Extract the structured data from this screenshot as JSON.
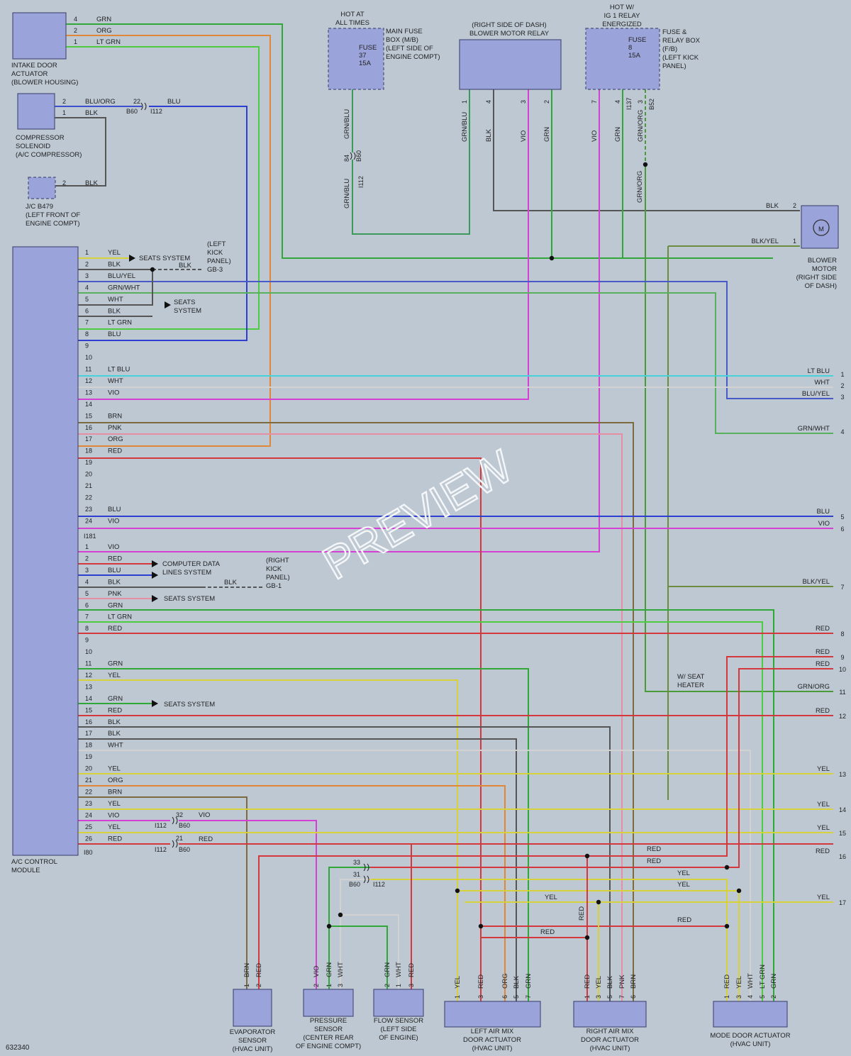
{
  "diagram": {
    "figure_id": "632340",
    "watermark": "PREVIEW",
    "colors": {
      "GRN": "#2fa838",
      "ORG": "#e0873a",
      "LTGRN": "#4ccc3e",
      "BLU": "#2c3fd0",
      "BLK": "#555555",
      "YEL": "#d8d23a",
      "WHT": "#d2d2d2",
      "LTBLU": "#45d2d8",
      "VIO": "#d43fd4",
      "BRN": "#7d6a3e",
      "PNK": "#e58fa2",
      "RED": "#d4383c",
      "GRNWHT": "#59b05a",
      "BLUYEL": "#4a59c8",
      "BLKYEL": "#6c8c3e",
      "GRNORG": "#4a9a3a",
      "GRNBLU": "#3a9a5a",
      "BLUORG": "#3b4fcf"
    }
  },
  "components": {
    "intake_door": {
      "name": "INTAKE DOOR\nACTUATOR\n(BLOWER HOUSING)",
      "pins": [
        "4",
        "2",
        "1"
      ],
      "wires": [
        "GRN",
        "ORG",
        "LT GRN"
      ]
    },
    "compressor": {
      "name": "COMPRESSOR\nSOLENOID\n(A/C COMPRESSOR)",
      "pins": [
        "2",
        "1"
      ],
      "wires": [
        "BLU/ORG",
        "BLK"
      ],
      "conn_top": "22",
      "conn_a": "B60",
      "conn_b": "I112",
      "wire_after": "BLU"
    },
    "jc": {
      "name": "J/C B479\n(LEFT FRONT OF\nENGINE COMPT)",
      "pin": "2",
      "wire": "BLK"
    },
    "fuse37": {
      "header": "HOT AT\nALL TIMES",
      "text": "FUSE\n37\n15A",
      "box": "MAIN FUSE\nBOX (M/B)\n(LEFT SIDE OF\nENGINE COMPT)",
      "wire": "GRN/BLU",
      "conn_pin": "84",
      "conn_a": "B60",
      "conn_b": "I112"
    },
    "relay": {
      "name": "(RIGHT SIDE OF DASH)\nBLOWER MOTOR RELAY",
      "pins": [
        "1",
        "4",
        "3",
        "2"
      ],
      "wires": [
        "GRN/BLU",
        "BLK",
        "VIO",
        "GRN"
      ]
    },
    "fuse8": {
      "header": "HOT W/\nIG 1 RELAY\nENERGIZED",
      "text": "FUSE\n8\n15A",
      "box": "FUSE &\nRELAY BOX\n(F/B)\n(LEFT KICK\nPANEL)",
      "pins": [
        "7",
        "4",
        "3"
      ],
      "wires": [
        "VIO",
        "GRN",
        "GRN/ORG"
      ],
      "conn_a": "I137",
      "conn_b": "B52",
      "wire_below": "GRN/ORG"
    },
    "blower": {
      "name": "BLOWER\nMOTOR\n(RIGHT SIDE\nOF DASH)",
      "pins": [
        "2",
        "1"
      ],
      "wires": [
        "BLK",
        "BLK/YEL"
      ],
      "symbol": "M"
    },
    "module": {
      "name": "A/C CONTROL\nMODULE",
      "conn_mid": "I181",
      "conn_bottom": "I80"
    },
    "evaporator": {
      "name": "EVAPORATOR\nSENSOR\n(HVAC UNIT)",
      "pins": [
        "1",
        "2"
      ],
      "wires": [
        "BRN",
        "RED"
      ]
    },
    "pressure": {
      "name": "PRESSURE\nSENSOR\n(CENTER REAR\nOF ENGINE COMPT)",
      "pins": [
        "2",
        "1",
        "3"
      ],
      "wires": [
        "VIO",
        "GRN",
        "WHT"
      ]
    },
    "flow": {
      "name": "FLOW SENSOR\n(LEFT SIDE\nOF ENGINE)",
      "pins": [
        "2",
        "1",
        "3"
      ],
      "wires": [
        "GRN",
        "WHT",
        "RED"
      ]
    },
    "left_mix": {
      "name": "LEFT AIR MIX\nDOOR ACTUATOR\n(HVAC UNIT)",
      "pins": [
        "1",
        "3",
        "6",
        "5",
        "7"
      ],
      "wires": [
        "YEL",
        "RED",
        "ORG",
        "BLK",
        "GRN"
      ]
    },
    "right_mix": {
      "name": "RIGHT AIR MIX\nDOOR ACTUATOR\n(HVAC UNIT)",
      "pins": [
        "1",
        "3",
        "5",
        "7",
        "6"
      ],
      "wires": [
        "RED",
        "YEL",
        "BLK",
        "PNK",
        "BRN"
      ]
    },
    "mode_door": {
      "name": "MODE DOOR ACTUATOR\n(HVAC UNIT)",
      "pins": [
        "1",
        "3",
        "4",
        "5",
        "2"
      ],
      "wires": [
        "RED",
        "YEL",
        "WHT",
        "LT GRN",
        "GRN"
      ]
    }
  },
  "notes": {
    "seats1": "SEATS SYSTEM",
    "seats2": "SEATS\nSYSTEM",
    "seats3": "SEATS SYSTEM",
    "seats4": "SEATS SYSTEM",
    "computer": "COMPUTER DATA\nLINES SYSTEM",
    "gb3": "(LEFT\nKICK\nPANEL)\nGB-3",
    "gb1": "(RIGHT\nKICK\nPANEL)\nGB-1",
    "gnd_wire": "BLK",
    "seat_heater": "W/ SEAT\nHEATER",
    "cable33": "33",
    "cable31": "31",
    "cable32": "32",
    "cable21": "21",
    "conn_b60": "B60",
    "conn_i112": "I112",
    "wire_vio": "VIO",
    "wire_red": "RED"
  },
  "pins_a": [
    {
      "pin": "1",
      "wire": "YEL"
    },
    {
      "pin": "2",
      "wire": "BLK"
    },
    {
      "pin": "3",
      "wire": "BLU/YEL"
    },
    {
      "pin": "4",
      "wire": "GRN/WHT"
    },
    {
      "pin": "5",
      "wire": "WHT"
    },
    {
      "pin": "6",
      "wire": "BLK"
    },
    {
      "pin": "7",
      "wire": "LT GRN"
    },
    {
      "pin": "8",
      "wire": "BLU"
    },
    {
      "pin": "9",
      "wire": ""
    },
    {
      "pin": "10",
      "wire": ""
    },
    {
      "pin": "11",
      "wire": "LT BLU"
    },
    {
      "pin": "12",
      "wire": "WHT"
    },
    {
      "pin": "13",
      "wire": "VIO"
    },
    {
      "pin": "14",
      "wire": ""
    },
    {
      "pin": "15",
      "wire": "BRN"
    },
    {
      "pin": "16",
      "wire": "PNK"
    },
    {
      "pin": "17",
      "wire": "ORG"
    },
    {
      "pin": "18",
      "wire": "RED"
    },
    {
      "pin": "19",
      "wire": ""
    },
    {
      "pin": "20",
      "wire": ""
    },
    {
      "pin": "21",
      "wire": ""
    },
    {
      "pin": "22",
      "wire": ""
    },
    {
      "pin": "23",
      "wire": "BLU"
    },
    {
      "pin": "24",
      "wire": "VIO"
    }
  ],
  "pins_b": [
    {
      "pin": "1",
      "wire": "VIO"
    },
    {
      "pin": "2",
      "wire": "RED"
    },
    {
      "pin": "3",
      "wire": "BLU"
    },
    {
      "pin": "4",
      "wire": "BLK"
    },
    {
      "pin": "5",
      "wire": "PNK"
    },
    {
      "pin": "6",
      "wire": "GRN"
    },
    {
      "pin": "7",
      "wire": "LT GRN"
    },
    {
      "pin": "8",
      "wire": "RED"
    },
    {
      "pin": "9",
      "wire": ""
    },
    {
      "pin": "10",
      "wire": ""
    },
    {
      "pin": "11",
      "wire": "GRN"
    },
    {
      "pin": "12",
      "wire": "YEL"
    },
    {
      "pin": "13",
      "wire": ""
    },
    {
      "pin": "14",
      "wire": "GRN"
    },
    {
      "pin": "15",
      "wire": "RED"
    },
    {
      "pin": "16",
      "wire": "BLK"
    },
    {
      "pin": "17",
      "wire": "BLK"
    },
    {
      "pin": "18",
      "wire": "WHT"
    },
    {
      "pin": "19",
      "wire": ""
    },
    {
      "pin": "20",
      "wire": "YEL"
    },
    {
      "pin": "21",
      "wire": "ORG"
    },
    {
      "pin": "22",
      "wire": "BRN"
    },
    {
      "pin": "23",
      "wire": "YEL"
    },
    {
      "pin": "24",
      "wire": "VIO"
    },
    {
      "pin": "25",
      "wire": "YEL"
    },
    {
      "pin": "26",
      "wire": "RED"
    }
  ],
  "offpage": [
    {
      "n": "1",
      "wire": "LT BLU"
    },
    {
      "n": "2",
      "wire": "WHT"
    },
    {
      "n": "3",
      "wire": "BLU/YEL"
    },
    {
      "n": "4",
      "wire": "GRN/WHT"
    },
    {
      "n": "5",
      "wire": "BLU"
    },
    {
      "n": "6",
      "wire": "VIO"
    },
    {
      "n": "7",
      "wire": "BLK/YEL"
    },
    {
      "n": "8",
      "wire": "RED"
    },
    {
      "n": "9",
      "wire": "RED"
    },
    {
      "n": "10",
      "wire": "RED"
    },
    {
      "n": "11",
      "wire": "GRN/ORG"
    },
    {
      "n": "12",
      "wire": "RED"
    },
    {
      "n": "13",
      "wire": "YEL"
    },
    {
      "n": "14",
      "wire": "YEL"
    },
    {
      "n": "15",
      "wire": "YEL"
    },
    {
      "n": "16",
      "wire": "RED"
    },
    {
      "n": "17",
      "wire": "YEL"
    }
  ],
  "bus_labels": {
    "red_a": "RED",
    "red_b": "RED",
    "red_c": "RED",
    "yel_a": "YEL",
    "yel_b": "YEL",
    "yel_c": "YEL"
  }
}
